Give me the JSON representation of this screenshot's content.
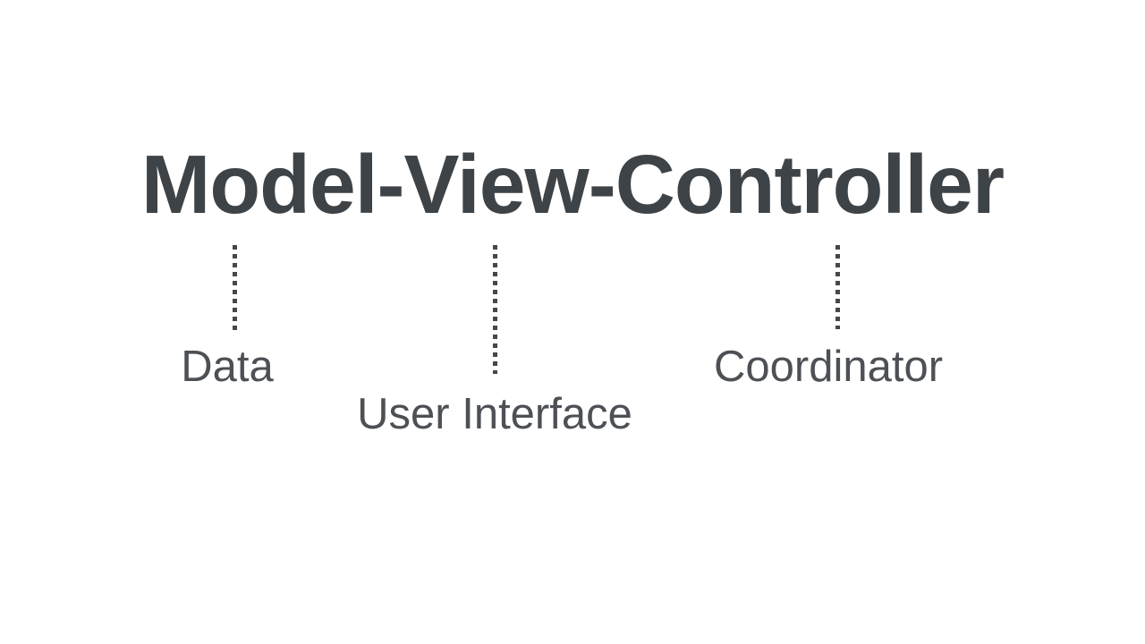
{
  "diagram": {
    "title": "Model-View-Controller",
    "labels": [
      {
        "text": "Data"
      },
      {
        "text": "User Interface"
      },
      {
        "text": "Coordinator"
      }
    ],
    "colors": {
      "background": "#ffffff",
      "title_text": "#3e4347",
      "label_text": "#4d5156",
      "connector_dots": "#44484b"
    }
  }
}
